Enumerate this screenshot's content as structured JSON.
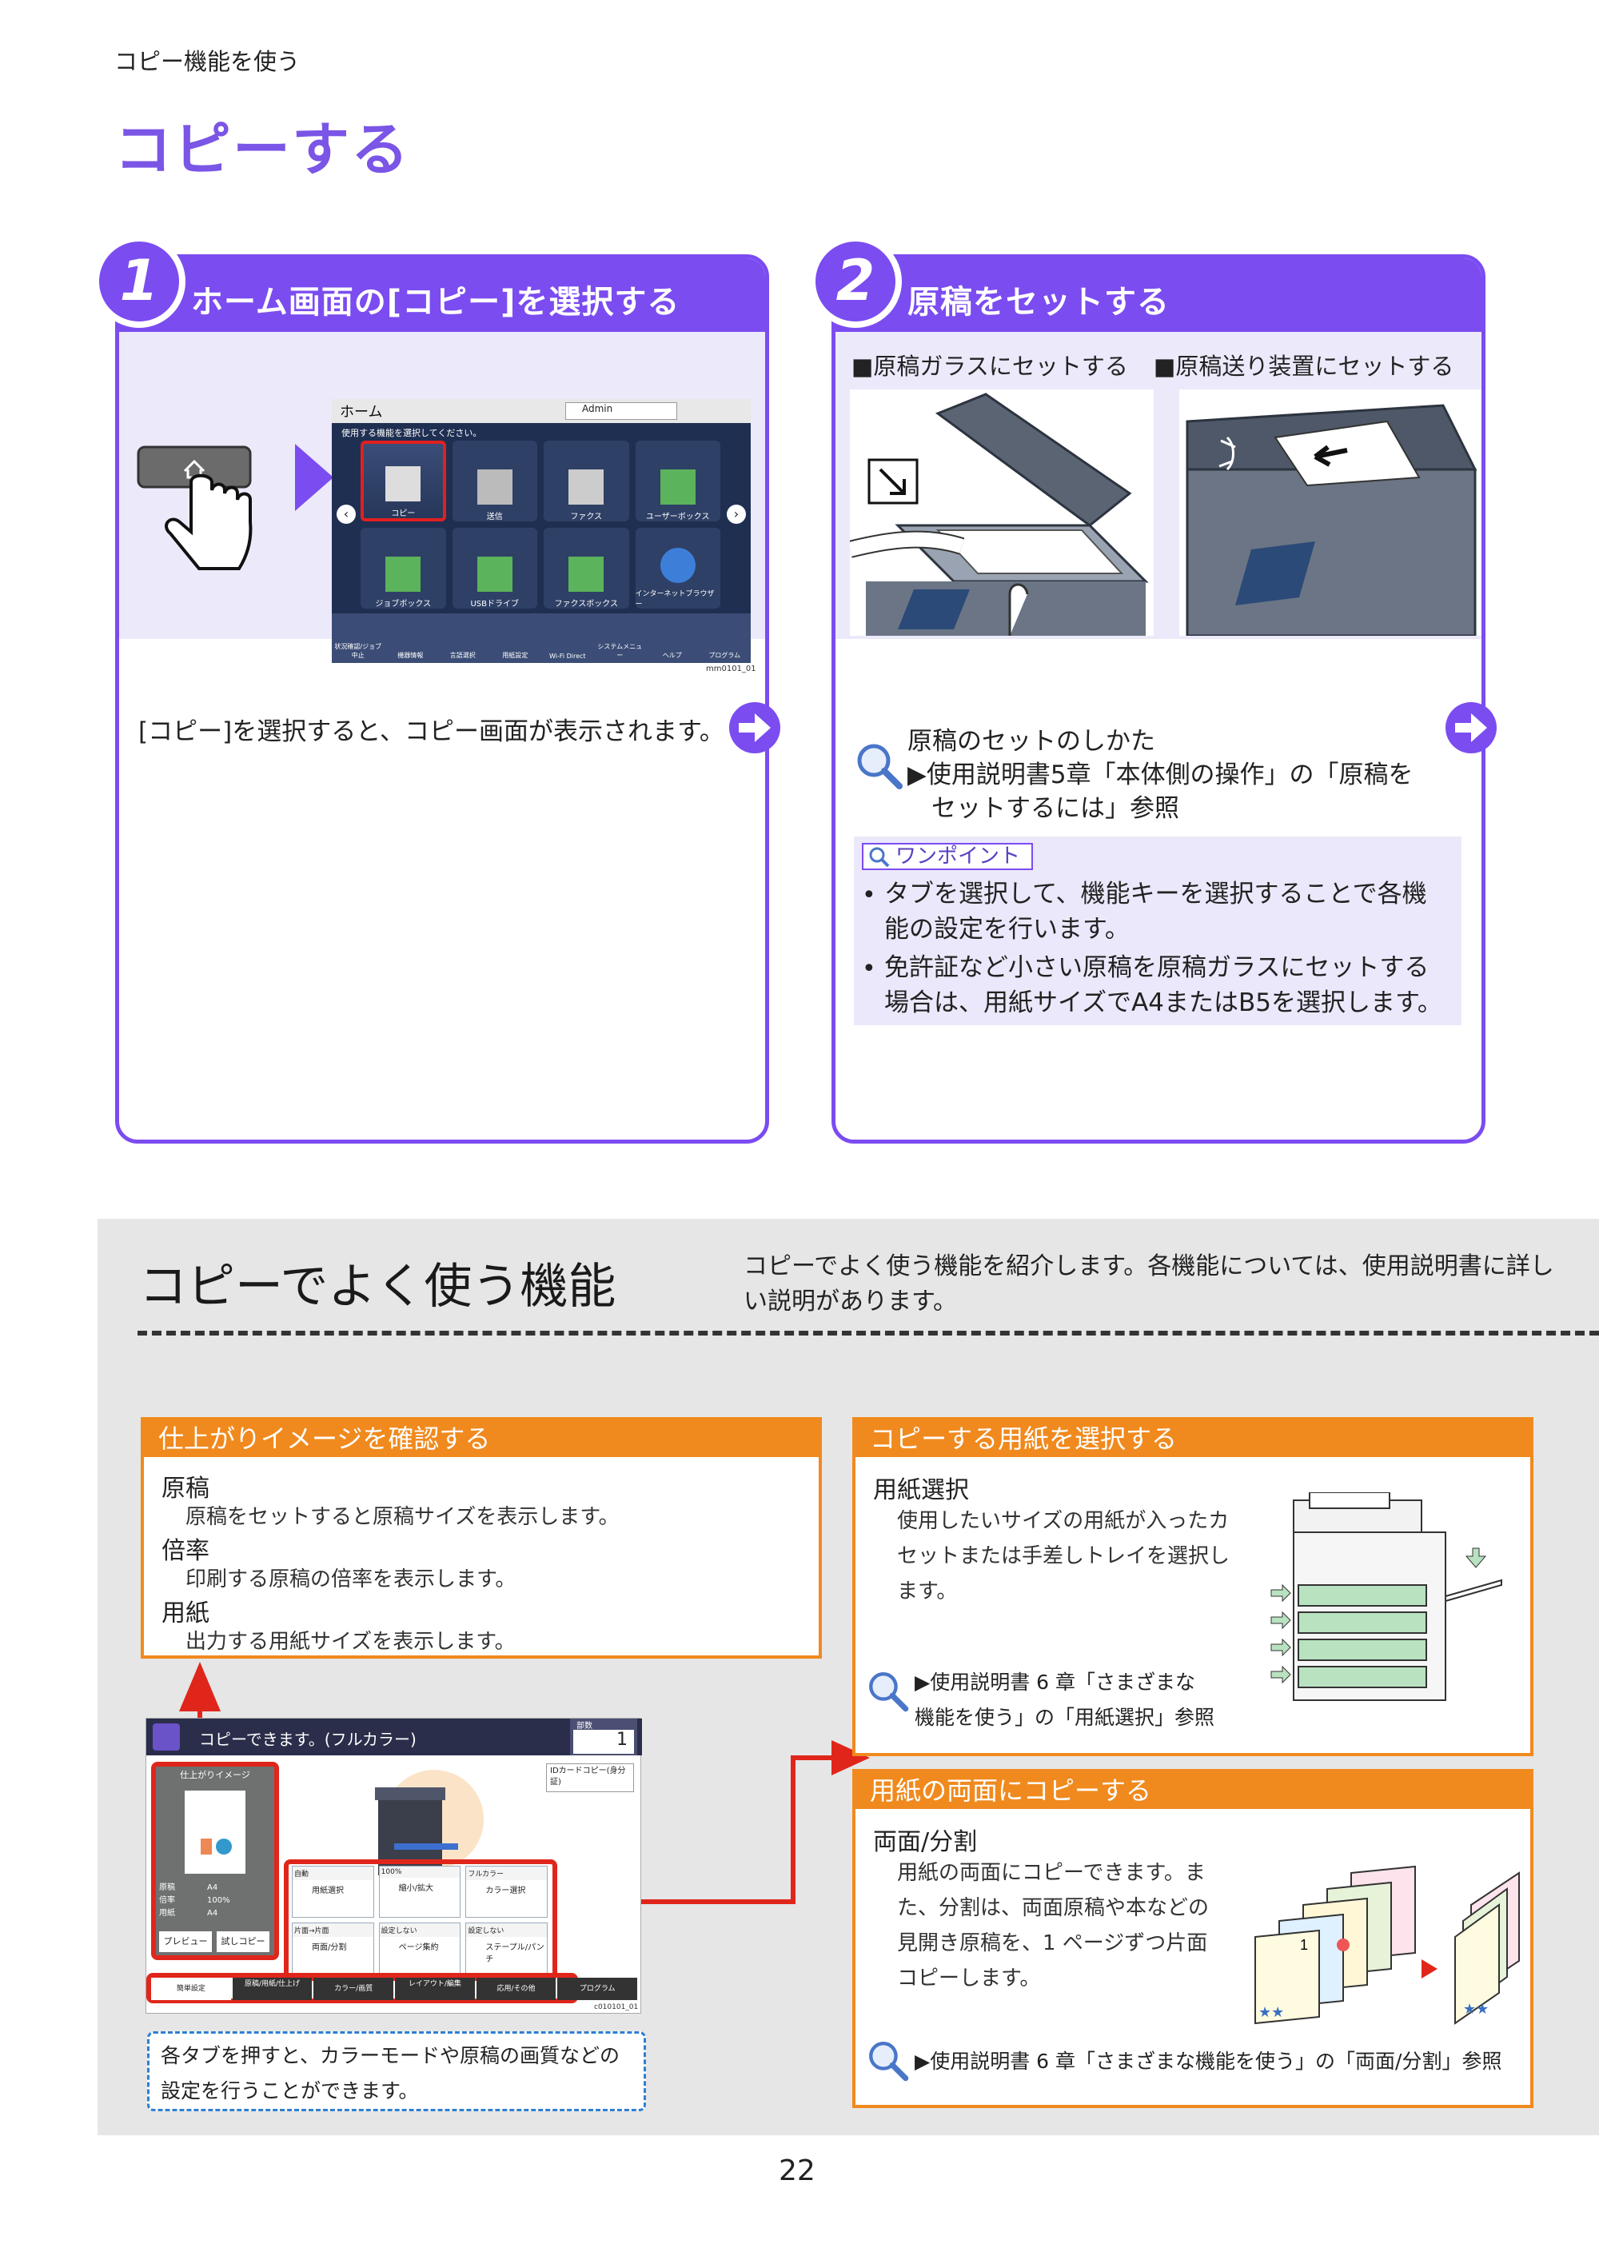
{
  "header": {
    "breadcrumb": "コピー機能を使う",
    "title": "コピーする"
  },
  "step1": {
    "number": "1",
    "title": "ホーム画面の[コピー]を選択する",
    "description": "[コピー]を選択すると、コピー画面が表示されます。",
    "screen": {
      "home_label": "ホーム",
      "user_label": "Admin",
      "prompt": "使用する機能を選択してください。",
      "apps": [
        "コピー",
        "送信",
        "ファクス",
        "ユーザーボックス",
        "ジョブボックス",
        "USBドライブ",
        "ファクスボックス",
        "インターネットブラウザー"
      ],
      "bottom_items": [
        "状況確認/ジョブ中止",
        "機器情報",
        "言語選択",
        "用紙設定",
        "Wi-Fi Direct",
        "システムメニュー",
        "ヘルプ",
        "プログラム"
      ],
      "code": "mm0101_01"
    }
  },
  "step2": {
    "number": "2",
    "title": "原稿をセットする",
    "caption_glass": "■原稿ガラスにセットする",
    "caption_feeder": "■原稿送り装置にセットする",
    "ref_title": "原稿のセットのしかた",
    "ref_line1": "▶使用説明書5章「本体側の操作」の「原稿を",
    "ref_line2": "セットするには」参照",
    "tip_label": "ワンポイント",
    "tips": [
      "タブを選択して、機能キーを選択することで各機能の設定を行います。",
      "免許証など小さい原稿を原稿ガラスにセットする場合は、用紙サイズでA4またはB5を選択します。"
    ]
  },
  "features": {
    "title": "コピーでよく使う機能",
    "intro": "コピーでよく使う機能を紹介します。各機能については、使用説明書に詳しい説明があります。",
    "preview_box": {
      "title": "仕上がりイメージを確認する",
      "items": [
        {
          "h": "原稿",
          "d": "原稿をセットすると原稿サイズを表示します。"
        },
        {
          "h": "倍率",
          "d": "印刷する原稿の倍率を表示します。"
        },
        {
          "h": "用紙",
          "d": "出力する用紙サイズを表示します。"
        }
      ]
    },
    "paper_box": {
      "title": "コピーする用紙を選択する",
      "heading": "用紙選択",
      "desc": "使用したいサイズの用紙が入ったカセットまたは手差しトレイを選択します。",
      "ref_line1": "▶使用説明書 6 章「さまざまな",
      "ref_line2": "機能を使う」の「用紙選択」参照"
    },
    "duplex_box": {
      "title": "用紙の両面にコピーする",
      "heading": "両面/分割",
      "desc": "用紙の両面にコピーできます。また、分割は、両面原稿や本などの見開き原稿を、1 ページずつ片面コピーします。",
      "ref": "▶使用説明書 6 章「さまざまな機能を使う」の「両面/分割」参照"
    },
    "tabs_note": "各タブを押すと、カラーモードや原稿の画質などの設定を行うことができます。",
    "screen": {
      "status": "コピーできます。(フルカラー)",
      "copies_label": "部数",
      "copies": "1",
      "preview_title": "仕上がりイメージ",
      "id_copy": "IDカードコピー(身分証)",
      "rows": [
        {
          "k": "原稿",
          "v": "A4"
        },
        {
          "k": "倍率",
          "v": "100%"
        },
        {
          "k": "用紙",
          "v": "A4"
        }
      ],
      "preview_btn": "プレビュー",
      "test_btn": "試しコピー",
      "keys": [
        {
          "top": "自動",
          "label": "用紙選択"
        },
        {
          "top": "100%",
          "label": "縮小/拡大"
        },
        {
          "top": "フルカラー",
          "label": "カラー選択"
        },
        {
          "top": "片面→片面",
          "label": "両面/分割"
        },
        {
          "top": "設定しない",
          "label": "ページ集約"
        },
        {
          "top": "設定しない",
          "label": "ステープル/パンチ"
        }
      ],
      "tabs": [
        "簡単設定",
        "原稿/用紙/仕上げ",
        "カラー/画質",
        "レイアウト/編集",
        "応用/その他",
        "プログラム"
      ],
      "code": "c010101_01"
    }
  },
  "footer": {
    "page": "22"
  }
}
